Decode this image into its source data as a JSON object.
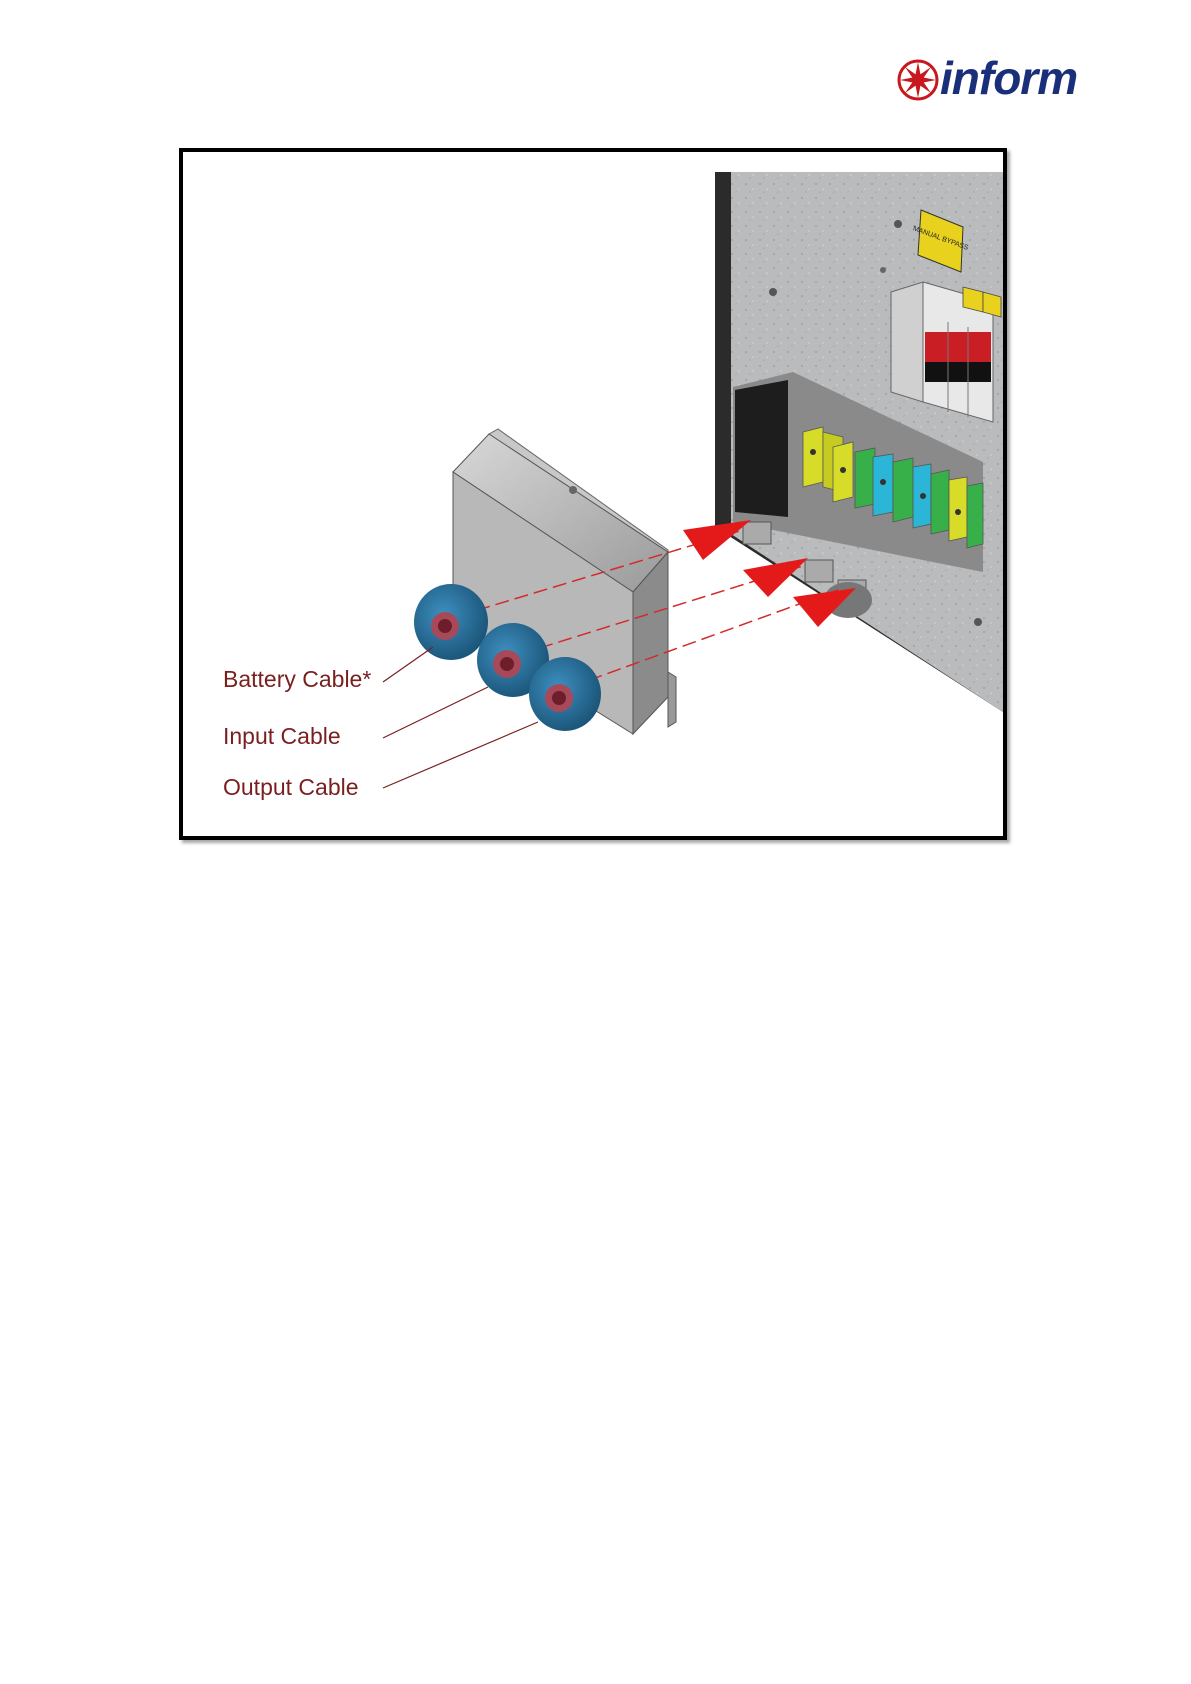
{
  "header": {
    "logo_text": "inform",
    "logo_icon": "inform-star-logo-icon"
  },
  "figure": {
    "labels": {
      "battery_cable": "Battery Cable*",
      "input_cable": "Input Cable",
      "output_cable": "Output Cable"
    },
    "panel_text": {
      "manual_bypass": "MANUAL BYPASS",
      "breaker_left": "",
      "breaker_right": ""
    },
    "colors": {
      "label": "#7a1f1f",
      "arrow": "#e41a1a",
      "gland": "#1f6e9a",
      "terminal_yellow": "#d6dc28",
      "terminal_green": "#38b04a",
      "terminal_cyan": "#2bb5d6"
    }
  }
}
